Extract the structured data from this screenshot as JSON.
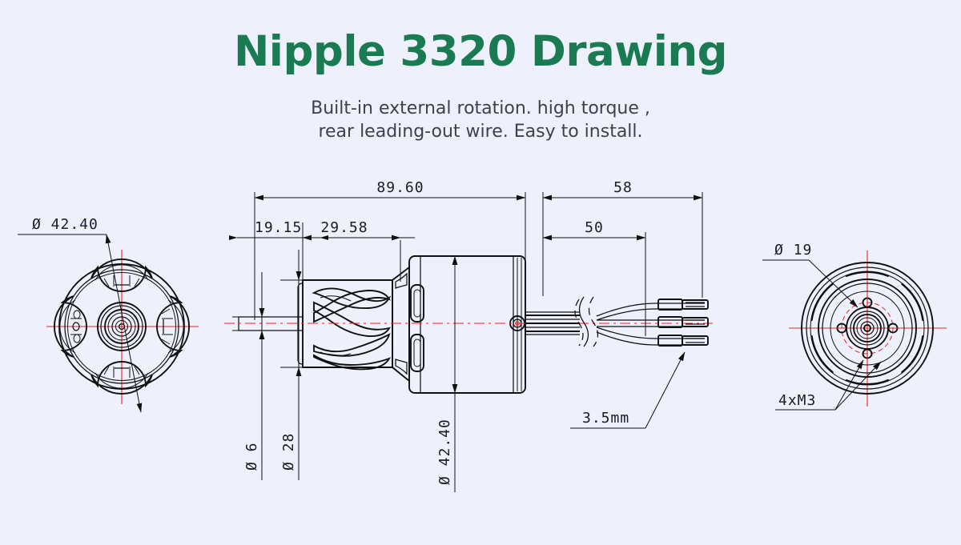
{
  "header": {
    "title": "Nipple 3320 Drawing",
    "subtitle_line1": "Built-in external rotation. high torque ,",
    "subtitle_line2": "rear leading-out wire. Easy to install."
  },
  "colors": {
    "background": "#eef1fc",
    "title_green": "#1a7a52",
    "subtitle_gray": "#3b4150",
    "line_black": "#111111",
    "centerline_red": "#ee2222"
  },
  "drawing": {
    "caption": "Technical dimensioned drawing of a brushless outrunner motor: left end face view, center side section, right rear face view",
    "dimensions": {
      "overall_body_length": "89.60",
      "wire_length_total": "58",
      "wire_length_inner": "50",
      "shaft_length": "19.15",
      "bell_length": "29.58",
      "shaft_diameter": "Ø 6",
      "bell_diameter": "Ø 28",
      "body_diameter_side": "Ø 42.40",
      "face_diameter": "Ø 42.40",
      "bolt_circle": "Ø 19",
      "mounting_holes": "4xM3",
      "connector_size": "3.5mm"
    },
    "views": {
      "left_label": "front-face-view",
      "center_label": "side-section-view",
      "right_label": "rear-face-view"
    }
  }
}
